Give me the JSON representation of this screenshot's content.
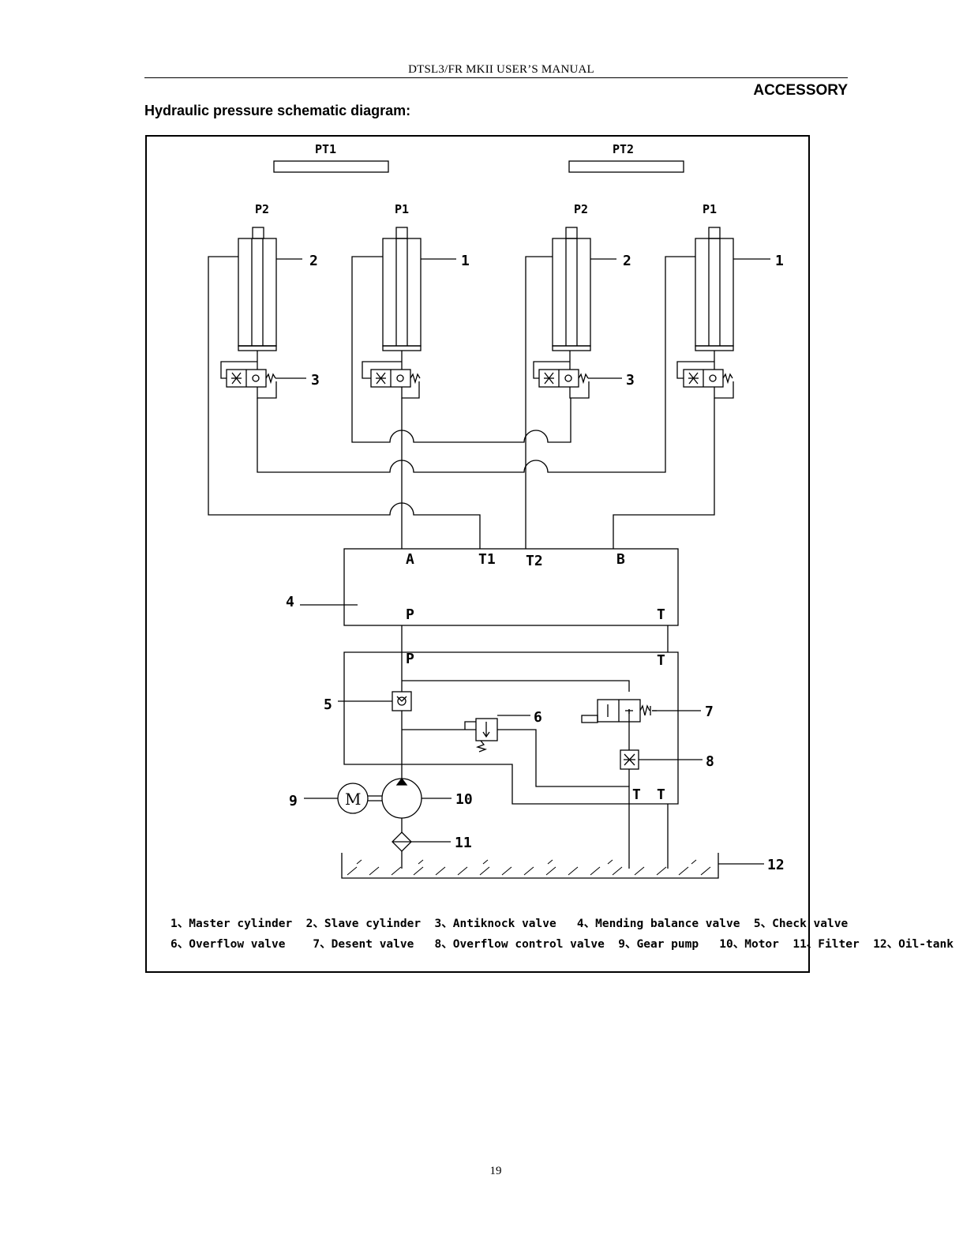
{
  "header": {
    "manual_title": "DTSL3/FR MKII USER’S MANUAL",
    "section": "ACCESSORY"
  },
  "heading": "Hydraulic pressure schematic diagram:",
  "diagram": {
    "groups": [
      "PT1",
      "PT2"
    ],
    "cylinders": [
      "P2",
      "P1",
      "P2",
      "P1"
    ],
    "callouts": {
      "c1": "1",
      "c2": "2",
      "c3": "3",
      "c4": "4",
      "c5": "5",
      "c6": "6",
      "c7": "7",
      "c8": "8",
      "c9": "9",
      "c10": "10",
      "c11": "11",
      "c12": "12"
    },
    "ports": {
      "a": "A",
      "t1": "T1",
      "t2": "T2",
      "b": "B",
      "p_upper": "P",
      "t_upper": "T",
      "p_lower": "P",
      "t_lower": "T",
      "t_bottom_1": "T",
      "t_bottom_2": "T"
    },
    "motor_symbol": "M"
  },
  "legend": {
    "line1": "1、Master cylinder  2、Slave cylinder  3、Antiknock valve   4、Mending balance valve  5、Check valve",
    "line2": "6、Overflow valve    7、Desent valve   8、Overflow control valve  9、Gear pump   10、Motor  11、Filter  12、Oil-tank"
  },
  "page_number": "19"
}
